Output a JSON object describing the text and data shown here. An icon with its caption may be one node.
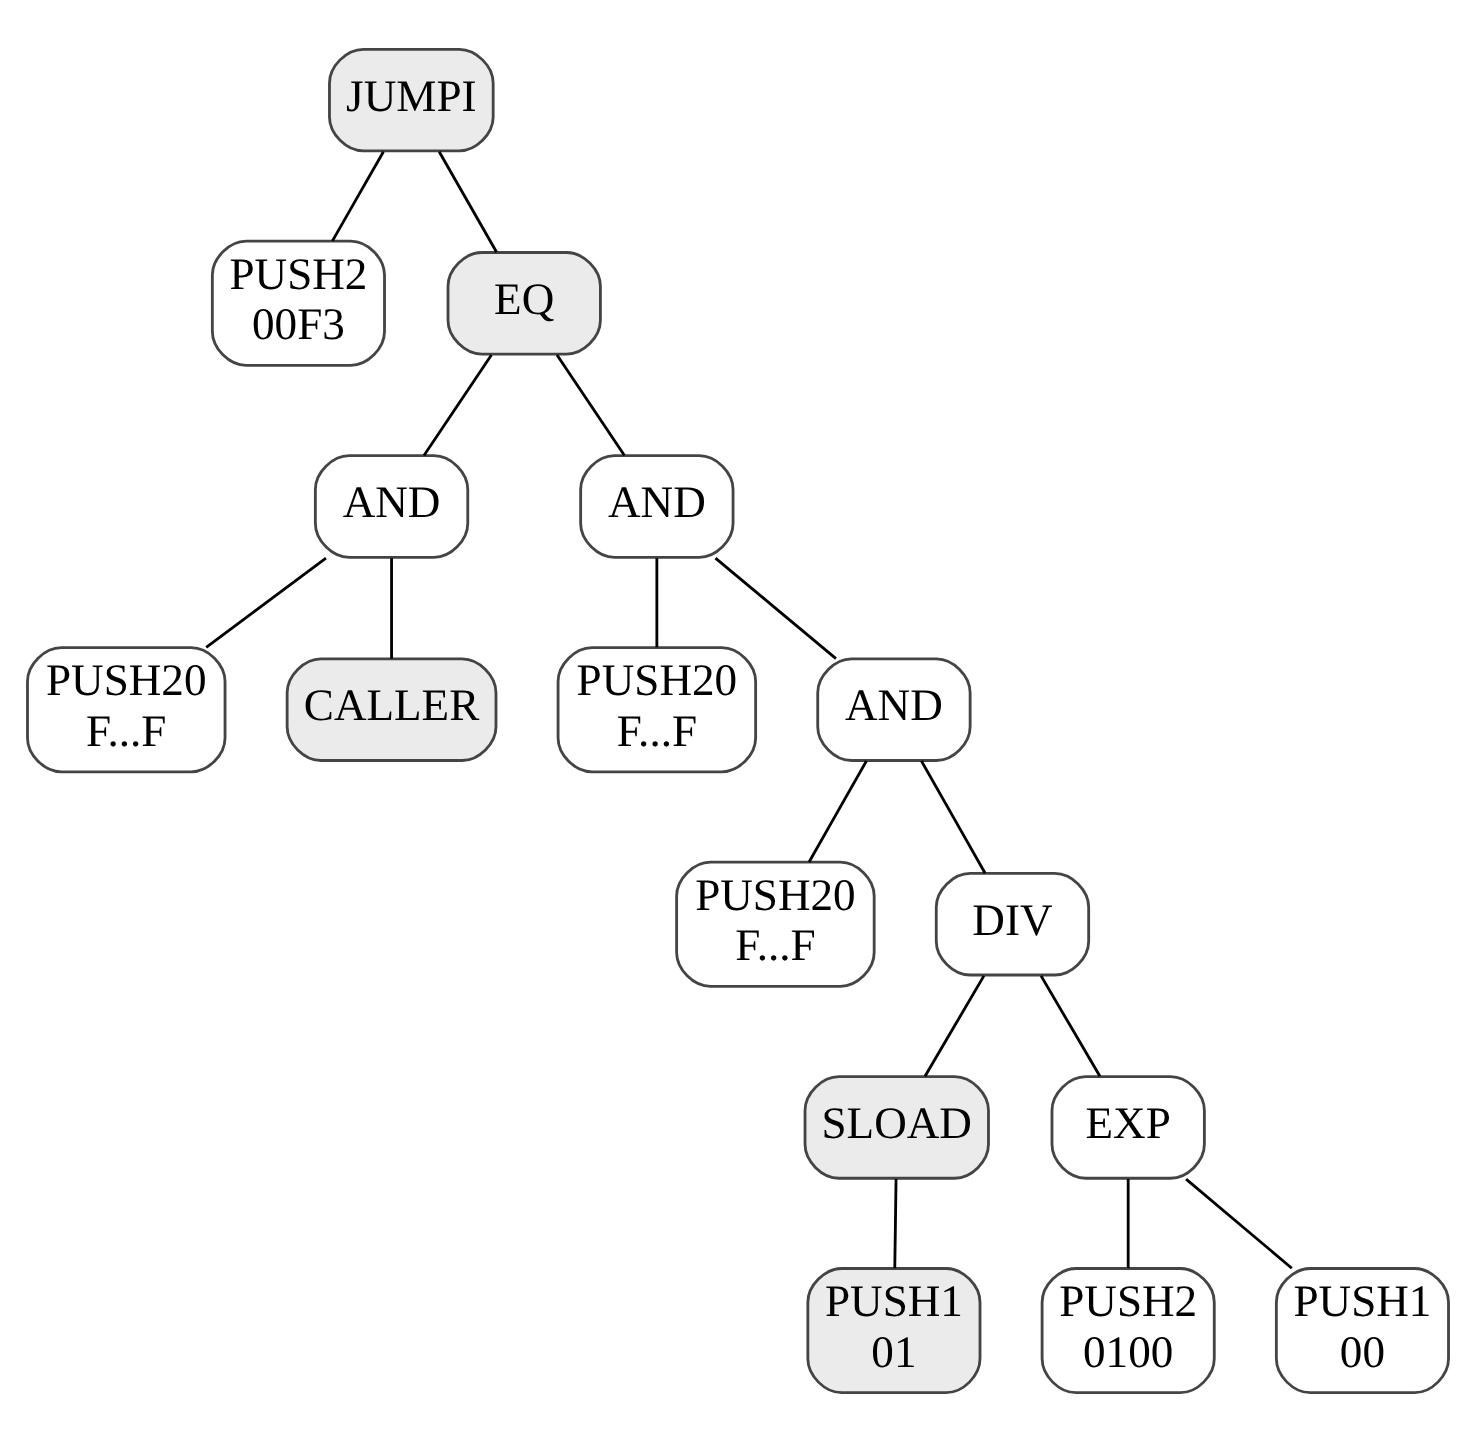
{
  "diagram": {
    "nodes": [
      {
        "text": [
          "JUMPI"
        ]
      },
      {
        "text": [
          "PUSH2",
          "00F3"
        ]
      },
      {
        "text": [
          "EQ"
        ]
      },
      {
        "text": [
          "AND"
        ]
      },
      {
        "text": [
          "AND"
        ]
      },
      {
        "text": [
          "PUSH20",
          "F...F"
        ]
      },
      {
        "text": [
          "CALLER"
        ]
      },
      {
        "text": [
          "PUSH20",
          "F...F"
        ]
      },
      {
        "text": [
          "AND"
        ]
      },
      {
        "text": [
          "PUSH20",
          "F...F"
        ]
      },
      {
        "text": [
          "DIV"
        ]
      },
      {
        "text": [
          "SLOAD"
        ]
      },
      {
        "text": [
          "EXP"
        ]
      },
      {
        "text": [
          "PUSH1",
          "01"
        ]
      },
      {
        "text": [
          "PUSH2",
          "0100"
        ]
      },
      {
        "text": [
          "PUSH1",
          "00"
        ]
      }
    ],
    "edges": [
      {
        "from": 0,
        "to": 1,
        "arrow": "none"
      },
      {
        "from": 0,
        "to": 2,
        "arrow": "none"
      },
      {
        "from": 2,
        "to": 3,
        "arrow": "none"
      },
      {
        "from": 2,
        "to": 4,
        "arrow": "none"
      },
      {
        "from": 3,
        "to": 5,
        "arrow": "none"
      },
      {
        "from": 3,
        "to": 6,
        "arrow": "none"
      },
      {
        "from": 4,
        "to": 7,
        "arrow": "none"
      },
      {
        "from": 4,
        "to": 8,
        "arrow": "none"
      },
      {
        "from": 8,
        "to": 9,
        "arrow": "none"
      },
      {
        "from": 8,
        "to": 10,
        "arrow": "none"
      },
      {
        "from": 10,
        "to": 11,
        "arrow": "none"
      },
      {
        "from": 10,
        "to": 12,
        "arrow": "none"
      },
      {
        "from": 11,
        "to": 13,
        "arrow": "none"
      },
      {
        "from": 12,
        "to": 14,
        "arrow": "none"
      },
      {
        "from": 12,
        "to": 15,
        "arrow": "none"
      }
    ]
  }
}
